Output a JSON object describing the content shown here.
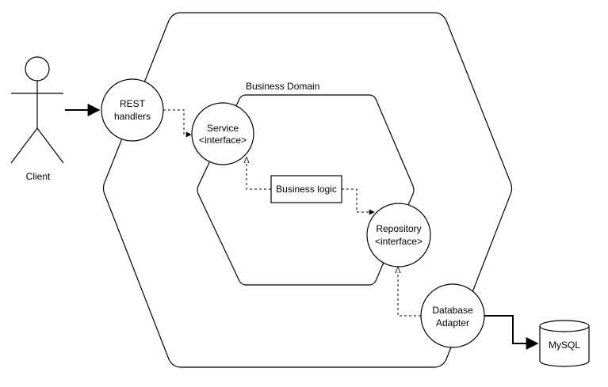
{
  "diagram": {
    "domain_label": "Business Domain",
    "actor_label": "Client",
    "rest_line1": "REST",
    "rest_line2": "handlers",
    "service_line1": "Service",
    "service_line2": "<interface>",
    "logic_label": "Business logic",
    "repository_line1": "Repository",
    "repository_line2": "<interface>",
    "adapter_line1": "Database",
    "adapter_line2": "Adapter",
    "db_label": "MySQL"
  }
}
